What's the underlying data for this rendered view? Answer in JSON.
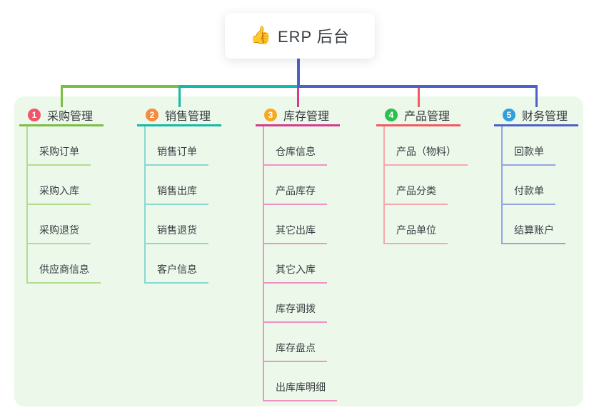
{
  "root": {
    "icon": "👍",
    "label": "ERP 后台"
  },
  "panel_color": "#ecf8ea",
  "connector_color": "#4e61c7",
  "branches": [
    {
      "badge": "1",
      "badge_color": "#f1556c",
      "label": "采购管理",
      "color": "#7cbe45",
      "light_color": "#b2dc8e",
      "items": [
        "采购订单",
        "采购入库",
        "采购退货",
        "供应商信息"
      ]
    },
    {
      "badge": "2",
      "badge_color": "#f78b3d",
      "label": "销售管理",
      "color": "#15b9a8",
      "light_color": "#8ad9cf",
      "items": [
        "销售订单",
        "销售出库",
        "销售退货",
        "客户信息"
      ]
    },
    {
      "badge": "3",
      "badge_color": "#f7a921",
      "label": "库存管理",
      "color": "#d63a92",
      "light_color": "#f191c6",
      "items": [
        "仓库信息",
        "产品库存",
        "其它出库",
        "其它入库",
        "库存调拨",
        "库存盘点",
        "出库库明细"
      ]
    },
    {
      "badge": "4",
      "badge_color": "#2fbe54",
      "label": "产品管理",
      "color": "#f05a63",
      "light_color": "#f8a8ad",
      "items": [
        "产品（物料）",
        "产品分类",
        "产品单位"
      ]
    },
    {
      "badge": "5",
      "badge_color": "#30a0dd",
      "label": "财务管理",
      "color": "#4e61c7",
      "light_color": "#93a5de",
      "items": [
        "回款单",
        "付款单",
        "结算账户"
      ]
    }
  ]
}
